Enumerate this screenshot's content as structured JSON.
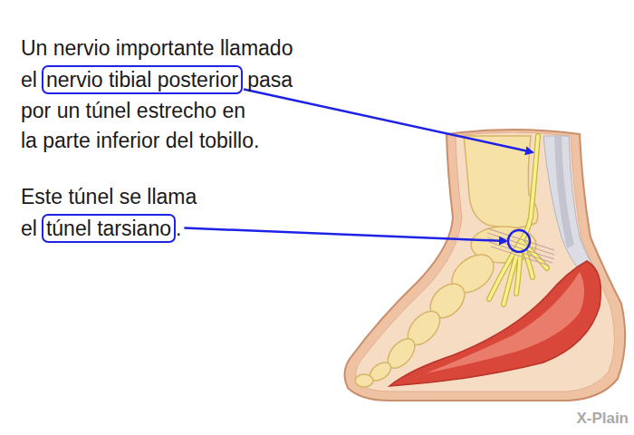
{
  "diagram": {
    "nodes": [
      {
        "text": [
          "nervio tibial posterior"
        ]
      },
      {
        "text": [
          "túnel tarsiano"
        ]
      }
    ],
    "labels": [
      "Un nervio importante llamado",
      "el",
      "pasa",
      "por un túnel estrecho en",
      "la parte inferior del tobillo.",
      "Este túnel se llama",
      "el",
      ".",
      "X-Plain"
    ]
  }
}
